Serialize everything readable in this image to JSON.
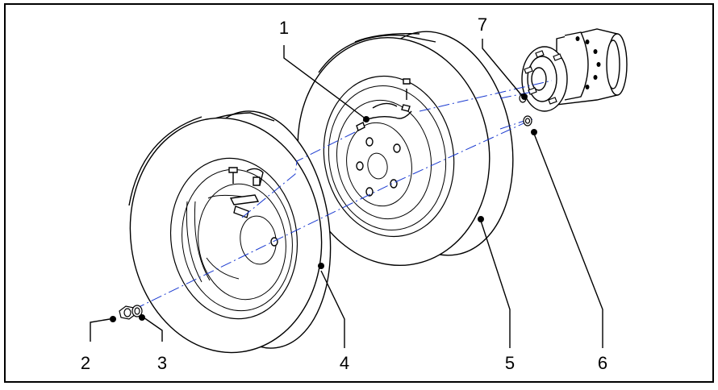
{
  "callouts": {
    "c1": "1",
    "c2": "2",
    "c3": "3",
    "c4": "4",
    "c5": "5",
    "c6": "6",
    "c7": "7"
  },
  "colors": {
    "line": "#000000",
    "axis": "#1a3ad0",
    "background": "#ffffff"
  }
}
